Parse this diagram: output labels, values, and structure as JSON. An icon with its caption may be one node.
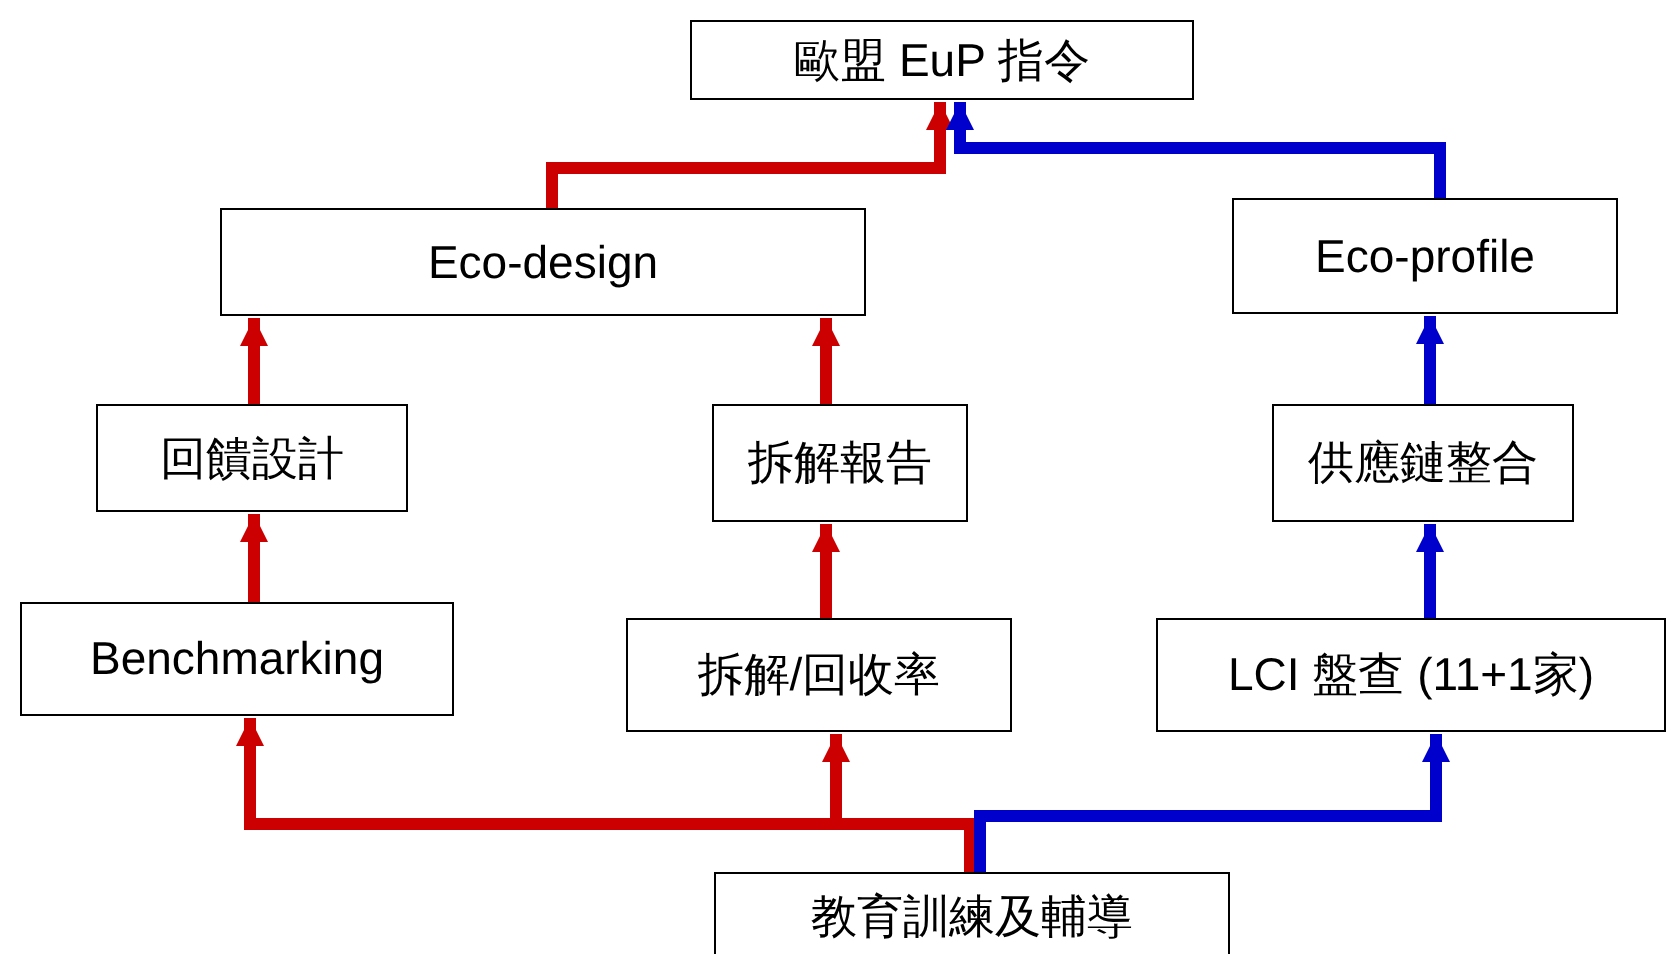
{
  "diagram": {
    "nodes": [
      {
        "text": [
          "歐盟 EuP 指令"
        ]
      },
      {
        "text": [
          "Eco-design"
        ]
      },
      {
        "text": [
          "Eco-profile"
        ]
      },
      {
        "text": [
          "回饋設計"
        ]
      },
      {
        "text": [
          "拆解報告"
        ]
      },
      {
        "text": [
          "供應鏈整合"
        ]
      },
      {
        "text": [
          "Benchmarking"
        ]
      },
      {
        "text": [
          "拆解/回收率"
        ]
      },
      {
        "text": [
          "LCI 盤查 (11+1家)"
        ]
      },
      {
        "text": [
          "教育訓練及輔導"
        ]
      }
    ],
    "edges": [
      {
        "from": 1,
        "to": 0,
        "arrow": "to"
      },
      {
        "from": 2,
        "to": 0,
        "arrow": "to",
        "color": "#0000cc"
      },
      {
        "from": 3,
        "to": 1,
        "arrow": "to"
      },
      {
        "from": 4,
        "to": 1,
        "arrow": "to"
      },
      {
        "from": 5,
        "to": 2,
        "arrow": "to",
        "color": "#0000cc"
      },
      {
        "from": 6,
        "to": 3,
        "arrow": "to"
      },
      {
        "from": 7,
        "to": 4,
        "arrow": "to"
      },
      {
        "from": 8,
        "to": 5,
        "arrow": "to",
        "color": "#0000cc"
      },
      {
        "from": 9,
        "to": 6,
        "arrow": "to"
      },
      {
        "from": 9,
        "to": 7,
        "arrow": "to"
      },
      {
        "from": 9,
        "to": 8,
        "arrow": "to",
        "color": "#0000cc"
      }
    ]
  }
}
